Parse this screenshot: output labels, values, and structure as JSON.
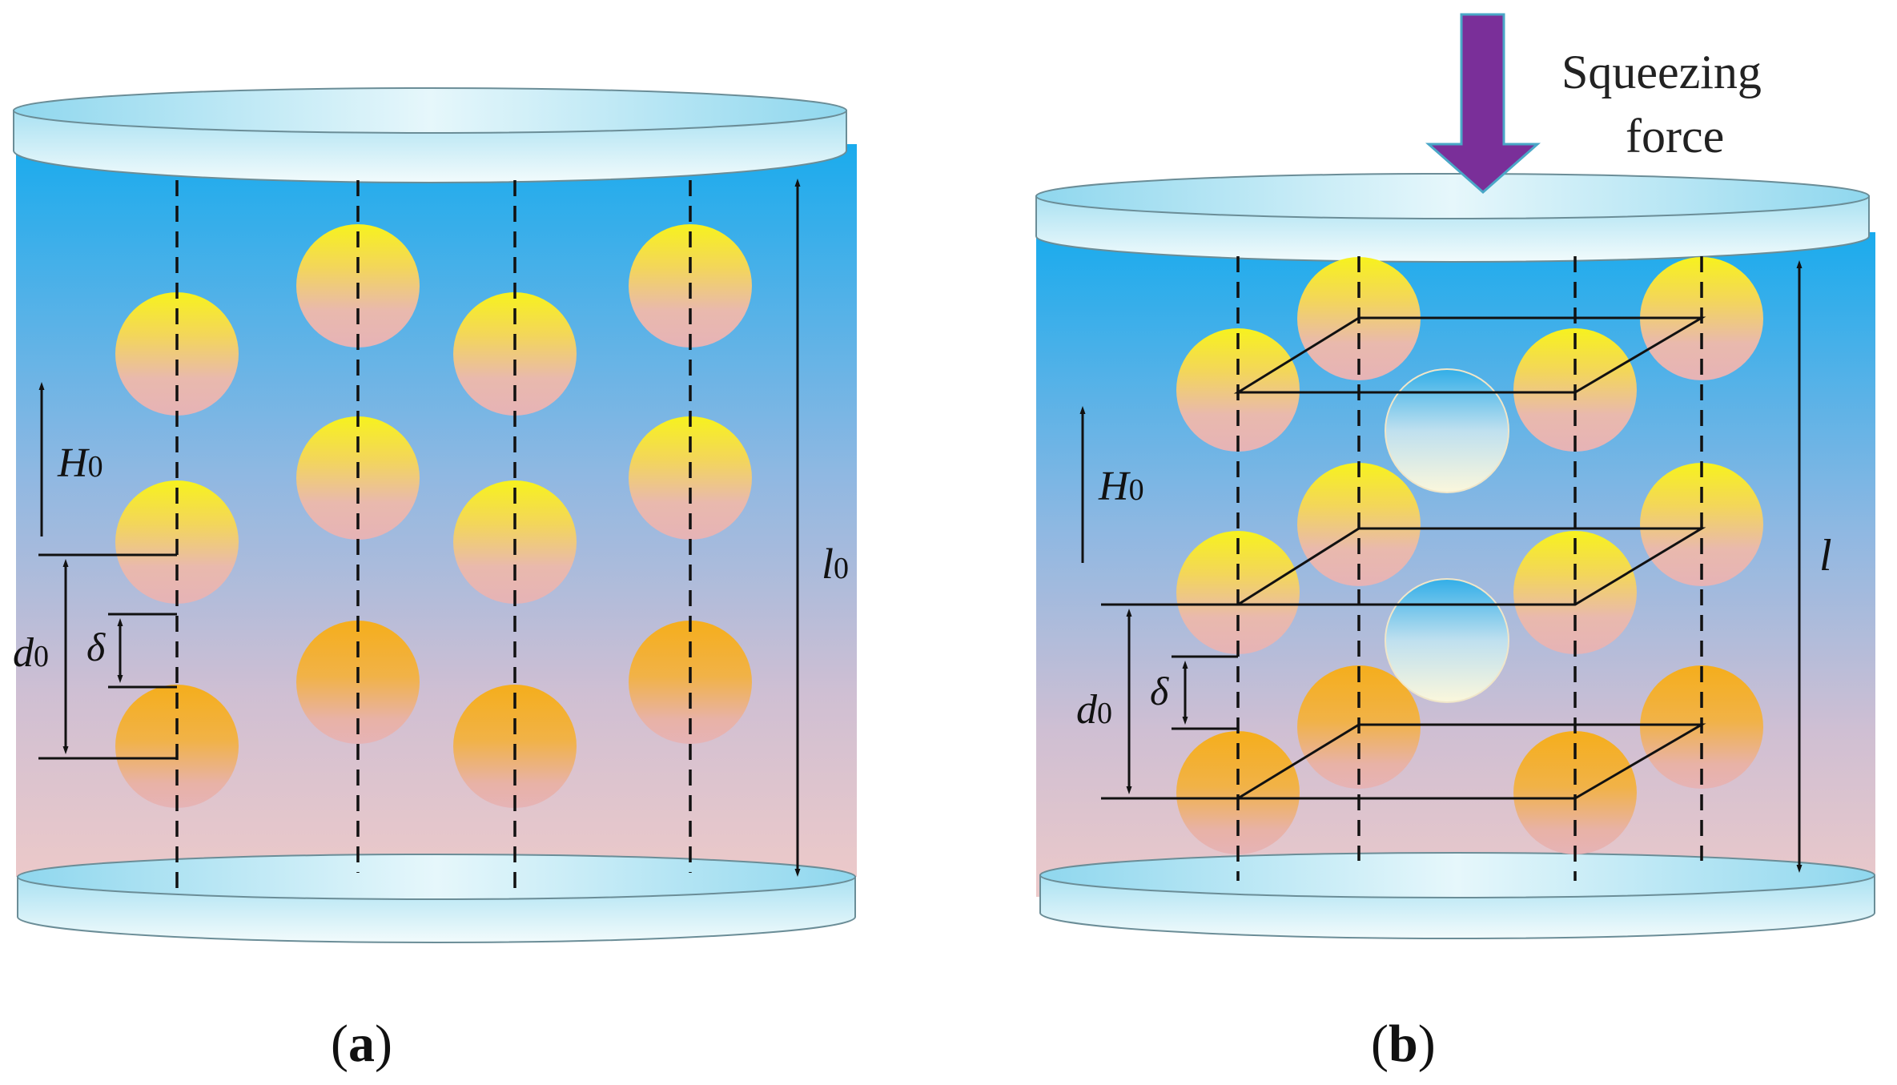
{
  "panel_a": {
    "label_h": "H",
    "label_h_sub": "0",
    "label_l": "l",
    "label_l_sub": "0",
    "label_d": "d",
    "label_d_sub": "0",
    "label_delta": "δ",
    "caption_open": "(",
    "caption_letter": "a",
    "caption_close": ")"
  },
  "panel_b": {
    "label_h": "H",
    "label_h_sub": "0",
    "label_l": "l",
    "label_d": "d",
    "label_d_sub": "0",
    "label_delta": "δ",
    "force_line1": "Squeezing",
    "force_line2": "force",
    "caption_open": "(",
    "caption_letter": "b",
    "caption_close": ")"
  },
  "colors": {
    "fluid_top": "#1aabed",
    "fluid_mid": "#8fb8e2",
    "fluid_bottom": "#ecc9c9",
    "plate_light": "#eef9fb",
    "plate_blue": "#7fd0ec",
    "particle_yellow": "#f7f21e",
    "particle_orange": "#f5ae1c",
    "particle_pink": "#e8b5b5",
    "bubble_blue": "#32aee8",
    "bubble_cream": "#fbf7dc",
    "arrow_purple": "#7a2f99"
  }
}
